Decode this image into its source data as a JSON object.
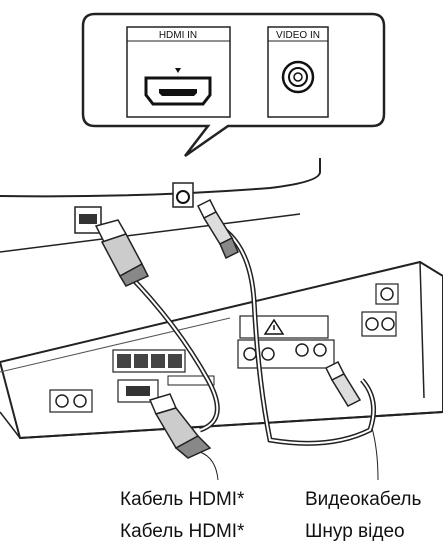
{
  "callout": {
    "hdmi_port_label": "HDMI IN",
    "video_port_label": "VIDEO IN"
  },
  "captions": {
    "hdmi_line1": "Кабель HDMI*",
    "hdmi_line2": "Кабель HDMI*",
    "video_line1": "Видеокабель",
    "video_line2": "Шнур відео"
  },
  "icons": [
    "warning-triangle-icon",
    "hdmi-port-icon",
    "rca-jack-icon"
  ]
}
